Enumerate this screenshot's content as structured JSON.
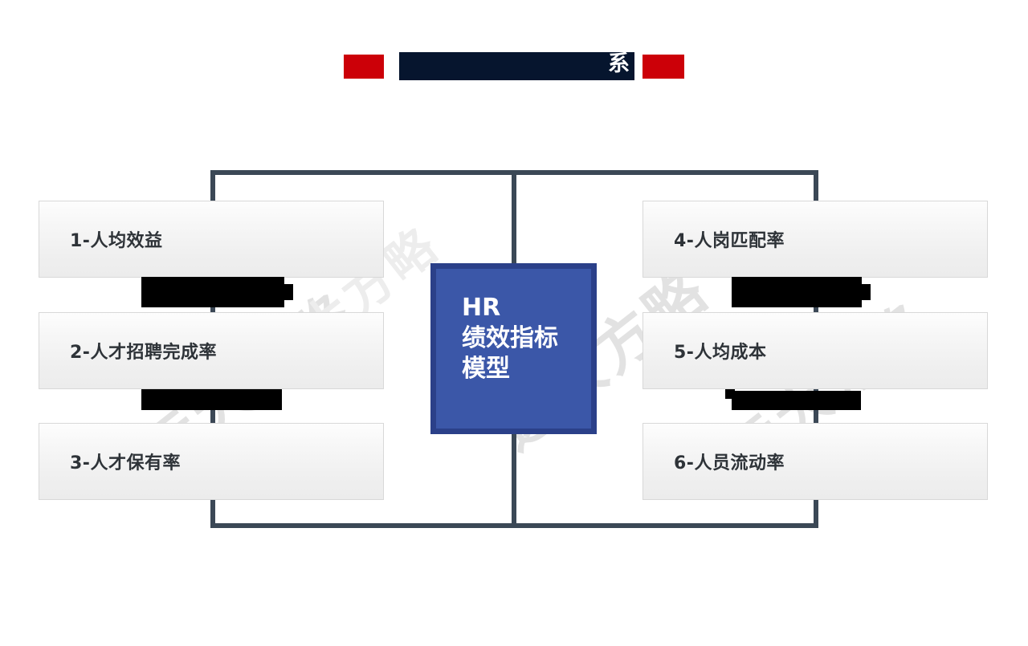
{
  "slide": {
    "background_color": "#ffffff",
    "watermark_text": "远大方略",
    "watermark_color": "#e2e2e2"
  },
  "title": {
    "visible_tail_text": "系",
    "redaction_color": "#06152e",
    "accent_color": "#cc0008",
    "left_accent_name": "red-accent-left",
    "right_accent_name": "red-accent-right"
  },
  "hub": {
    "lines": [
      "HR",
      "绩效指标",
      "模型"
    ],
    "fill_color": "#3b57a8",
    "border_color": "#2b4089",
    "text_color": "#ffffff"
  },
  "connector": {
    "color": "#3b4856"
  },
  "metrics": {
    "left": [
      {
        "label": "1-人均效益"
      },
      {
        "label": "2-人才招聘完成率"
      },
      {
        "label": "3-人才保有率"
      }
    ],
    "right": [
      {
        "label": "4-人岗匹配率"
      },
      {
        "label": "5-人均成本"
      },
      {
        "label": "6-人员流动率"
      }
    ]
  },
  "redactions": {
    "color": "#000000",
    "count": 4
  }
}
